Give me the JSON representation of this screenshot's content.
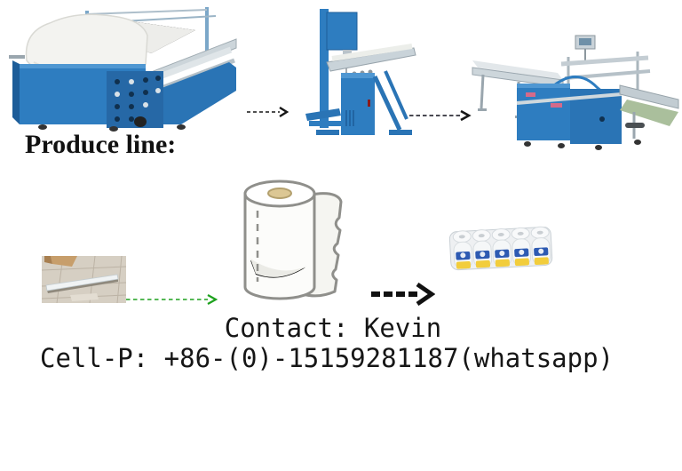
{
  "produce_line": {
    "label": "Produce line:"
  },
  "contact": {
    "line1": "Contact: Kevin",
    "line2": "Cell-P: +86-(0)-15159281187(whatsapp)"
  },
  "machines": [
    {
      "name": "paper-rewinding-machine",
      "position": "top-left"
    },
    {
      "name": "band-saw-cutting-machine",
      "position": "top-center"
    },
    {
      "name": "wrapping-packing-machine",
      "position": "top-right"
    }
  ],
  "products": [
    {
      "name": "paper-log-photo",
      "position": "middle-left"
    },
    {
      "name": "paper-roll-illustration",
      "position": "middle-center"
    },
    {
      "name": "toilet-roll-10-pack-photo",
      "position": "middle-right"
    }
  ],
  "icons": {
    "arrow1": "black-dashed-arrow-right",
    "arrow2": "black-dashed-arrow-right",
    "green_arrow": "green-dashed-arrow-right",
    "bold_arrow": "bold-black-dashed-arrow-right"
  },
  "colors": {
    "machine_blue": "#2e7dc0",
    "machine_blue_dark": "#1d5d99",
    "steel_gray": "#c9d3d9",
    "arrow_black": "#161616",
    "arrow_green": "#1da11d",
    "roll_outline": "#8f8f8b",
    "roll_core_tan": "#dcc794",
    "pack_blue": "#2d5ab2",
    "pack_yellow": "#f2cd3c",
    "text_black": "#111111",
    "floor_tan": "#d6cfc3"
  }
}
